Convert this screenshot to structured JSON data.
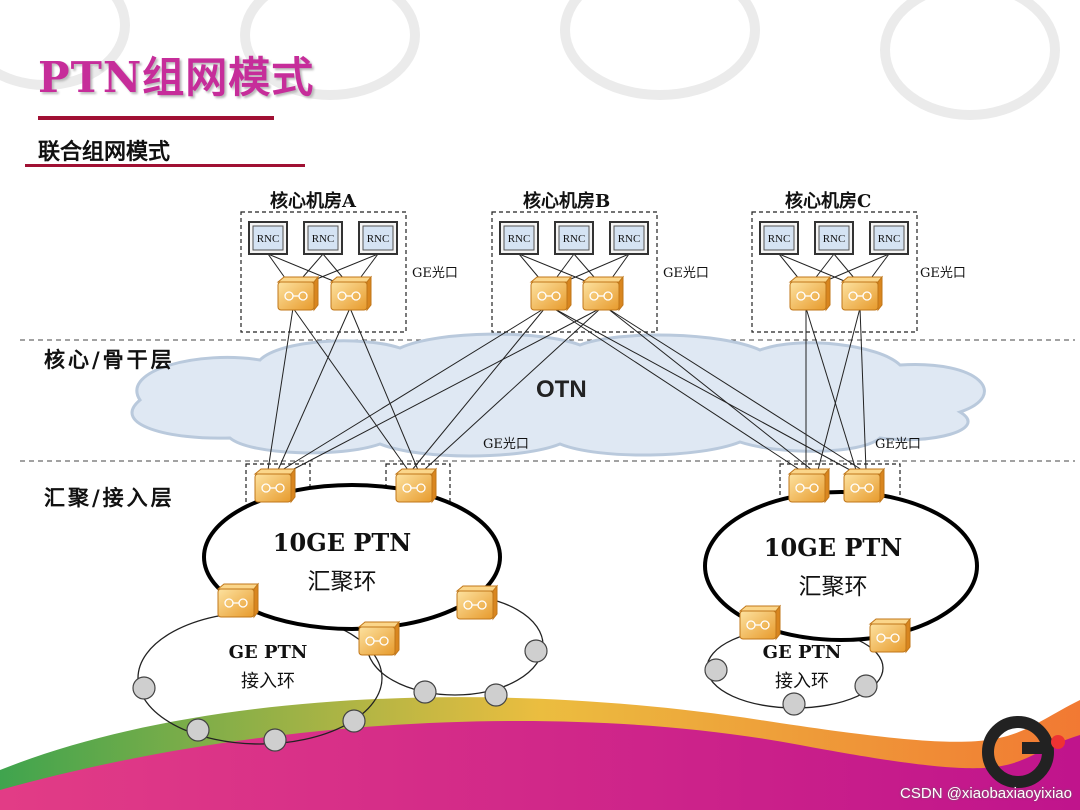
{
  "title": "PTN组网模式",
  "subtitle": "联合组网模式",
  "layers": {
    "core": "核心/骨干层",
    "access": "汇聚/接入层"
  },
  "rooms": [
    {
      "label": "核心机房A",
      "rnc": [
        "RNC",
        "RNC",
        "RNC"
      ]
    },
    {
      "label": "核心机房B",
      "rnc": [
        "RNC",
        "RNC",
        "RNC"
      ]
    },
    {
      "label": "核心机房C",
      "rnc": [
        "RNC",
        "RNC",
        "RNC"
      ]
    }
  ],
  "ge_port_label": "GE光口",
  "cloud_label": "OTN",
  "rings": {
    "left_agg": {
      "title": "10GE PTN",
      "sub": "汇聚环"
    },
    "right_agg": {
      "title": "10GE PTN",
      "sub": "汇聚环"
    },
    "left_access": {
      "title": "GE PTN",
      "sub": "接入环"
    },
    "right_access": {
      "title": "GE PTN",
      "sub": "接入环"
    }
  },
  "watermark": "CSDN @xiaobaxiaoyixiao",
  "colors": {
    "title": "#c62d9a",
    "bar": "#a01033",
    "router": "#f2b443",
    "cloud": "#dfe8f3"
  }
}
